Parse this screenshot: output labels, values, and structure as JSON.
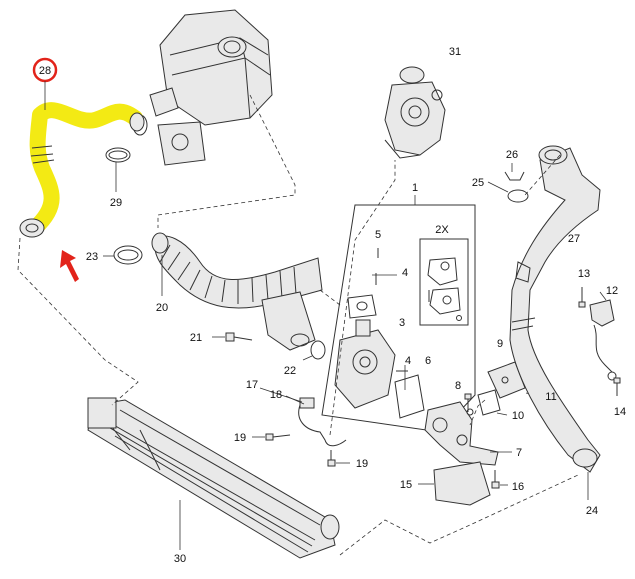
{
  "highlight": {
    "part_number": "28",
    "badge_color": "#e2231a",
    "hose_color": "#f3ea14",
    "arrow_color": "#e2231a"
  },
  "callouts": [
    {
      "id": "n1",
      "text": "1"
    },
    {
      "id": "n2x",
      "text": "2X"
    },
    {
      "id": "n3",
      "text": "3"
    },
    {
      "id": "n4a",
      "text": "4"
    },
    {
      "id": "n4b",
      "text": "4"
    },
    {
      "id": "n5",
      "text": "5"
    },
    {
      "id": "n6",
      "text": "6"
    },
    {
      "id": "n7",
      "text": "7"
    },
    {
      "id": "n8",
      "text": "8"
    },
    {
      "id": "n9",
      "text": "9"
    },
    {
      "id": "n10",
      "text": "10"
    },
    {
      "id": "n11",
      "text": "11"
    },
    {
      "id": "n12",
      "text": "12"
    },
    {
      "id": "n13",
      "text": "13"
    },
    {
      "id": "n14",
      "text": "14"
    },
    {
      "id": "n15",
      "text": "15"
    },
    {
      "id": "n16",
      "text": "16"
    },
    {
      "id": "n17",
      "text": "17"
    },
    {
      "id": "n18",
      "text": "18"
    },
    {
      "id": "n19a",
      "text": "19"
    },
    {
      "id": "n19b",
      "text": "19"
    },
    {
      "id": "n20",
      "text": "20"
    },
    {
      "id": "n21",
      "text": "21"
    },
    {
      "id": "n22",
      "text": "22"
    },
    {
      "id": "n23",
      "text": "23"
    },
    {
      "id": "n24",
      "text": "24"
    },
    {
      "id": "n25",
      "text": "25"
    },
    {
      "id": "n26",
      "text": "26"
    },
    {
      "id": "n27",
      "text": "27"
    },
    {
      "id": "n29",
      "text": "29"
    },
    {
      "id": "n30",
      "text": "30"
    },
    {
      "id": "n31",
      "text": "31"
    }
  ]
}
